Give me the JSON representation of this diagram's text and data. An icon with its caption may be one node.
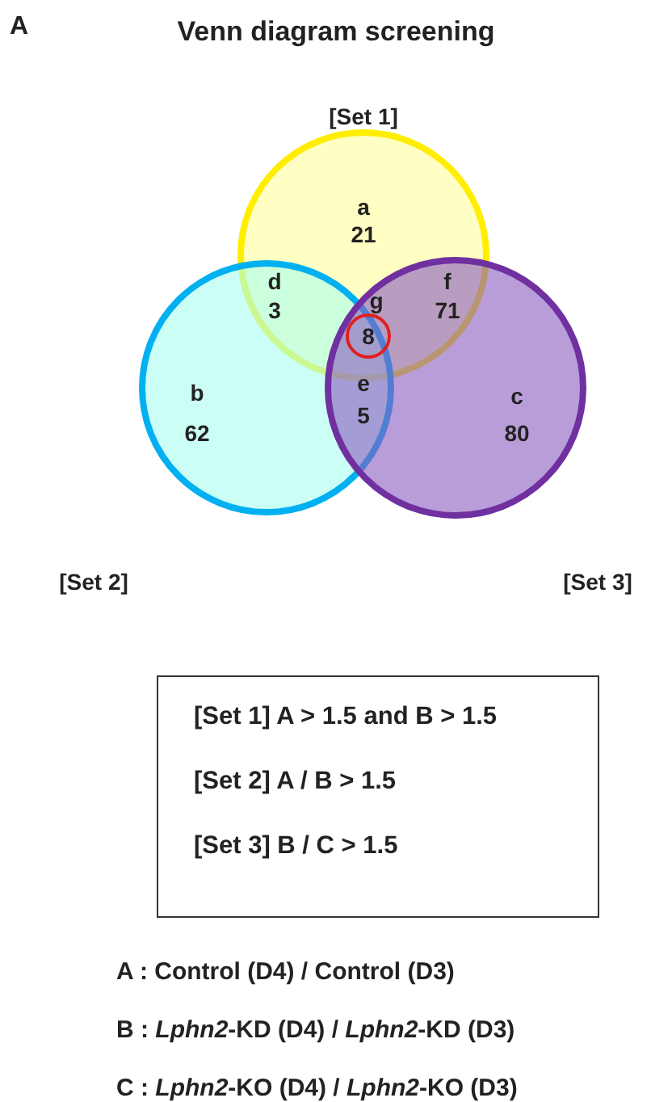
{
  "diagram": {
    "title": "Venn diagram screening",
    "nodes": [
      {
        "text": [
          "[Set 1]"
        ]
      },
      {
        "text": [
          "[Set 2]"
        ]
      },
      {
        "text": [
          "[Set 3]"
        ]
      },
      {
        "text": [
          "8"
        ]
      },
      {
        "text": [
          "[Set 1] A > 1.5 and B > 1.5",
          "[Set 2] A / B > 1.5",
          "[Set 3] B / C > 1.5"
        ]
      }
    ],
    "edges": [],
    "labels": [
      "A",
      "a",
      "21",
      "d",
      "3",
      "f",
      "71",
      "g",
      "b",
      "62",
      "c",
      "80",
      "e",
      "5",
      "A : Control (D4) / Control (D3)",
      "B : *Lphn2*-KD (D4) / *Lphn2*-KD (D3)",
      "C : *Lphn2*-KO (D4) / *Lphn2*-KO (D3)"
    ]
  }
}
